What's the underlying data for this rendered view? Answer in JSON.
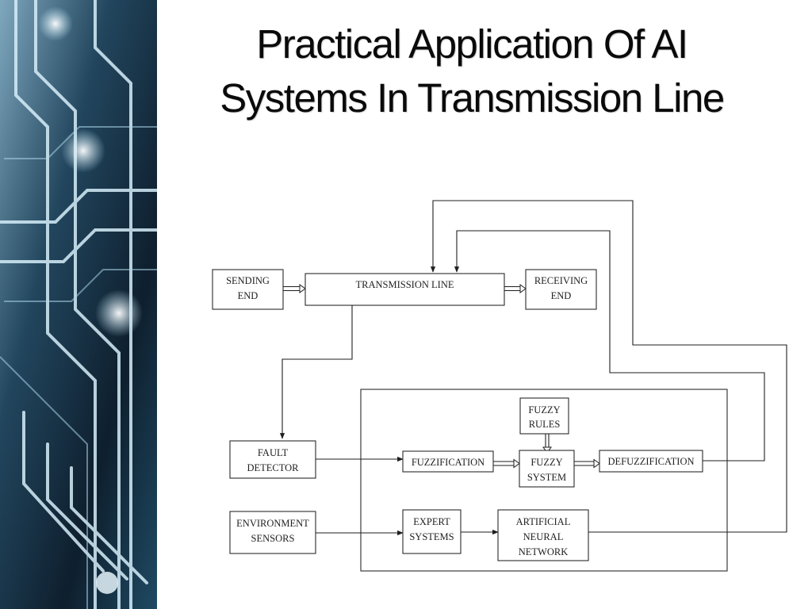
{
  "slide": {
    "title": "Practical Application Of AI Systems In Transmission Line"
  },
  "diagram": {
    "blocks": {
      "sending_end": [
        "SENDING",
        "END"
      ],
      "transmission_line": [
        "TRANSMISSION LINE"
      ],
      "receiving_end": [
        "RECEIVING",
        "END"
      ],
      "fault_detector": [
        "FAULT",
        "DETECTOR"
      ],
      "fuzzification": [
        "FUZZIFICATION"
      ],
      "fuzzy_rules": [
        "FUZZY",
        "RULES"
      ],
      "fuzzy_system": [
        "FUZZY",
        "SYSTEM"
      ],
      "defuzzification": [
        "DEFUZZIFICATION"
      ],
      "environment_sensors": [
        "ENVIRONMENT",
        "SENSORS"
      ],
      "expert_systems": [
        "EXPERT",
        "SYSTEMS"
      ],
      "ann": [
        "ARTIFICIAL",
        "NEURAL",
        "NETWORK"
      ]
    }
  },
  "colors": {
    "background": "#ffffff",
    "title": "#0a0a0a",
    "lines": "#1e1e1e",
    "sidebar_dark": "#0d1a26",
    "sidebar_glow": "#d8eef8"
  }
}
